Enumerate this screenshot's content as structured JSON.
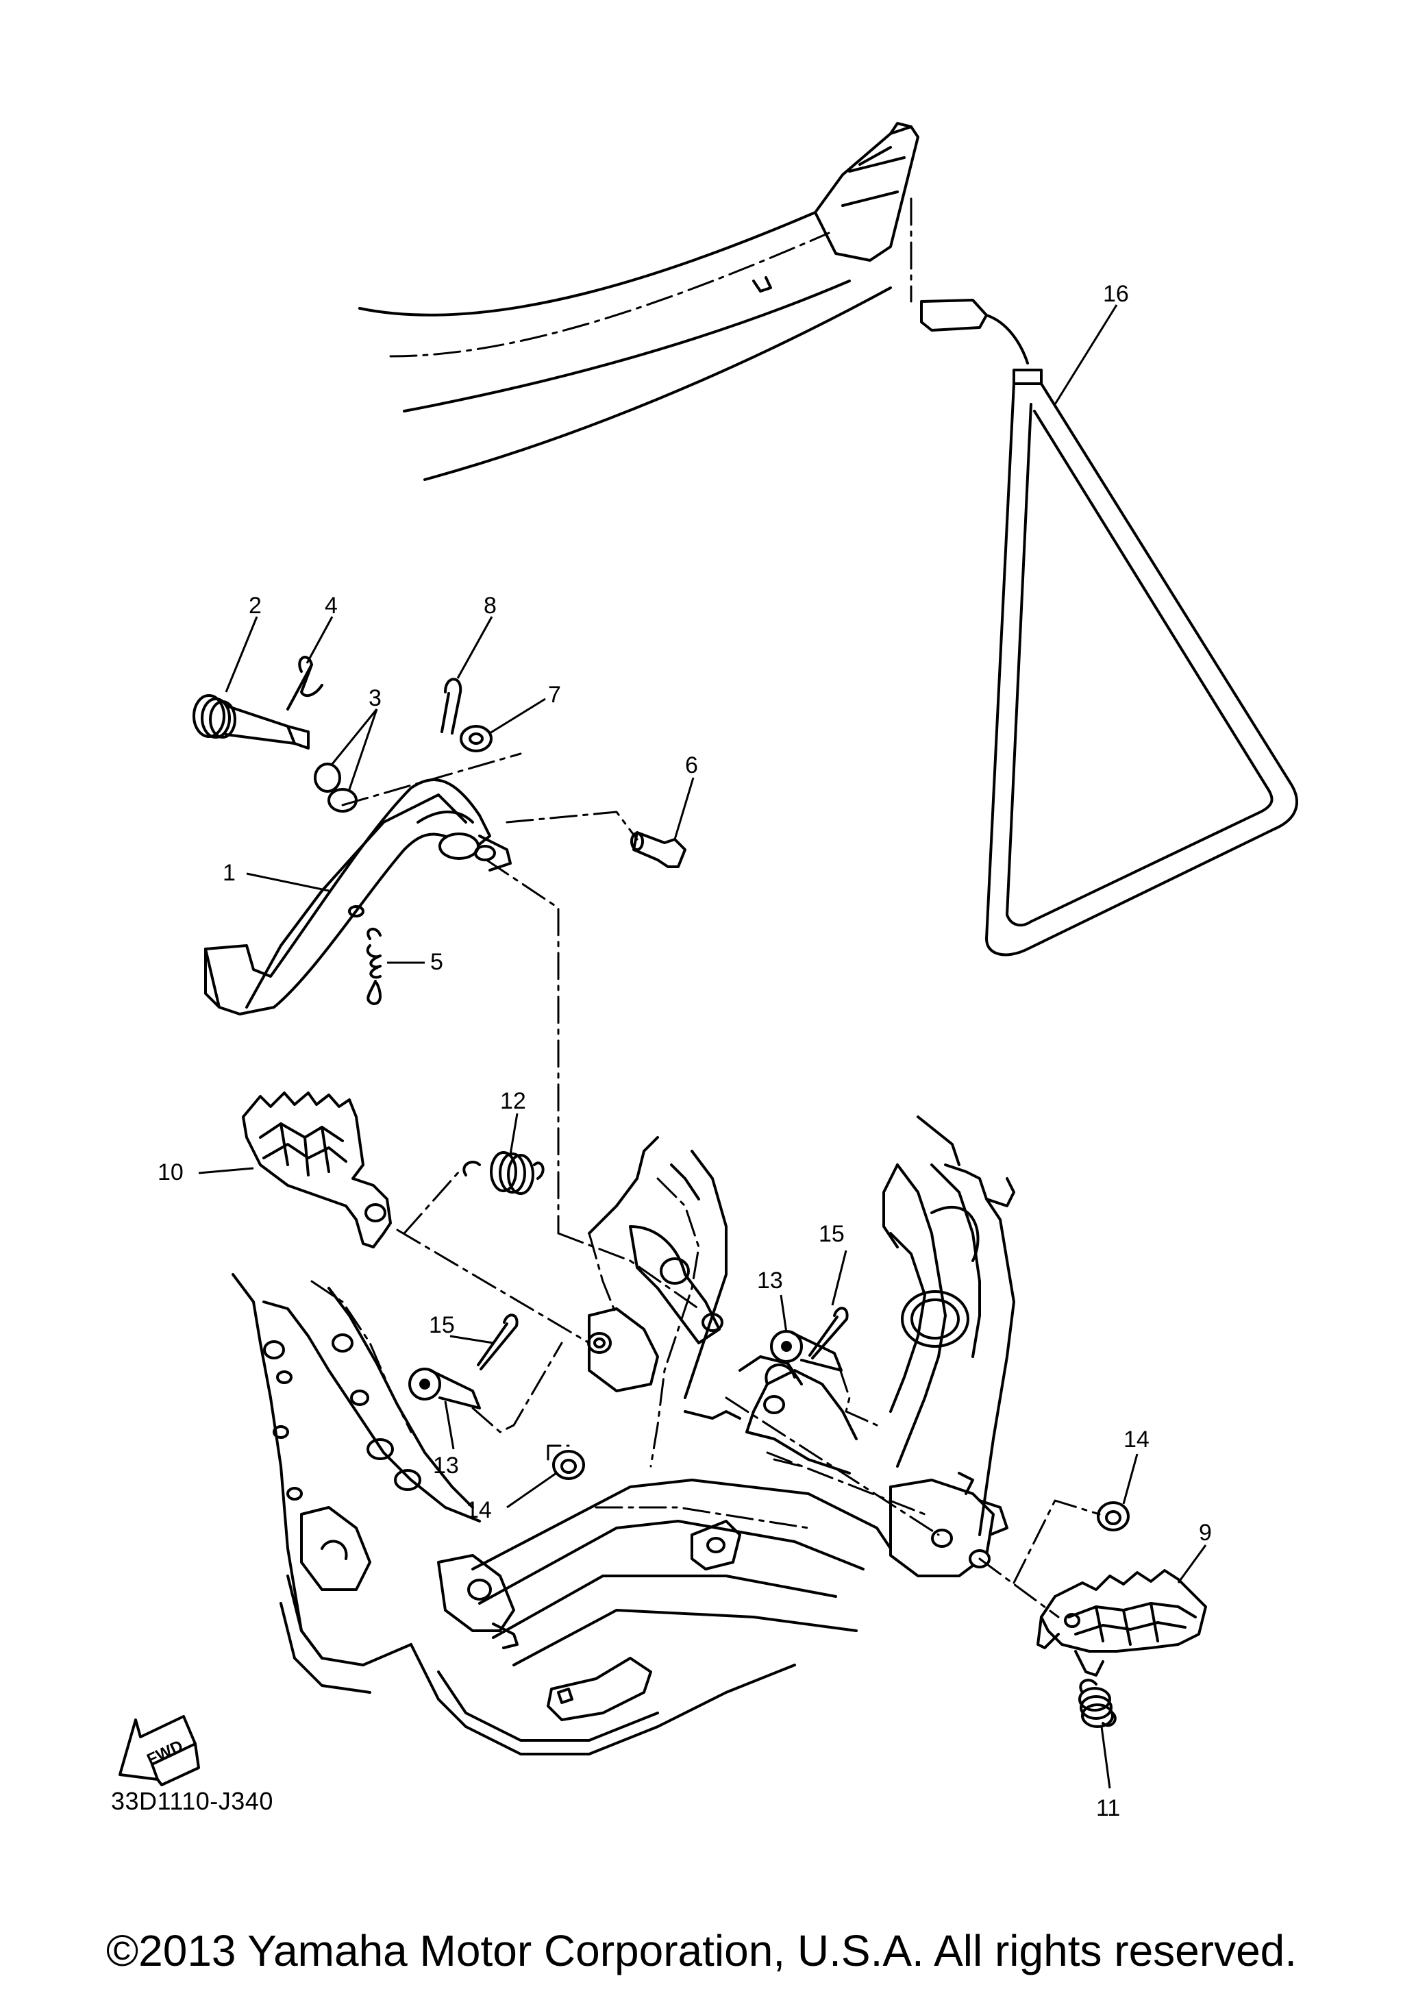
{
  "diagram": {
    "callouts": [
      "1",
      "2",
      "3",
      "4",
      "5",
      "6",
      "7",
      "8",
      "9",
      "10",
      "11",
      "12",
      "13",
      "13",
      "14",
      "14",
      "15",
      "15",
      "16"
    ],
    "fwd_label": "FWD",
    "reference_code": "33D1110-J340"
  },
  "footer": {
    "copyright": "©2013 Yamaha Motor Corporation, U.S.A. All rights reserved."
  }
}
